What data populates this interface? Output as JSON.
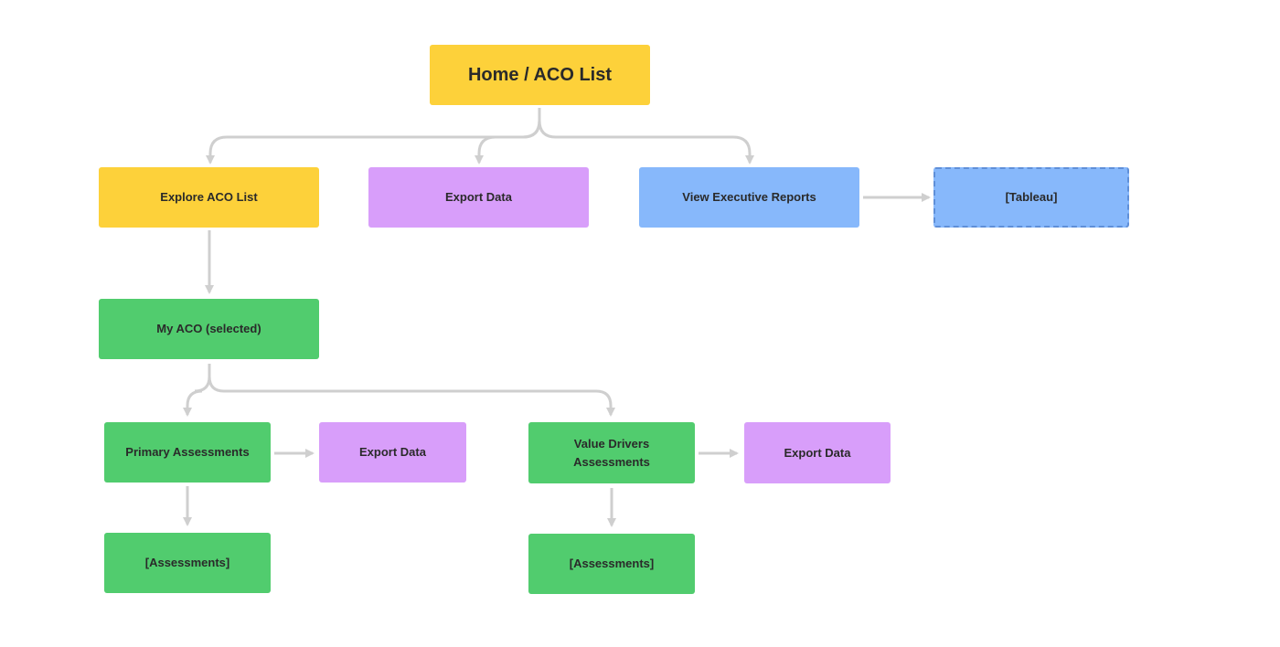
{
  "nodes": {
    "home": "Home / ACO List",
    "explore": "Explore ACO List",
    "export_top": "Export Data",
    "exec_reports": "View Executive Reports",
    "tableau": "[Tableau]",
    "my_aco": "My ACO (selected)",
    "primary": "Primary Assessments",
    "export_primary": "Export Data",
    "value_drivers": "Value Drivers Assessments",
    "export_value": "Export Data",
    "assess_primary": "[Assessments]",
    "assess_value": "[Assessments]"
  },
  "colors": {
    "yellow": "#fdd13a",
    "purple": "#d89efa",
    "blue": "#87b8fb",
    "green": "#51cc6e",
    "connector": "#cfcfcf"
  }
}
